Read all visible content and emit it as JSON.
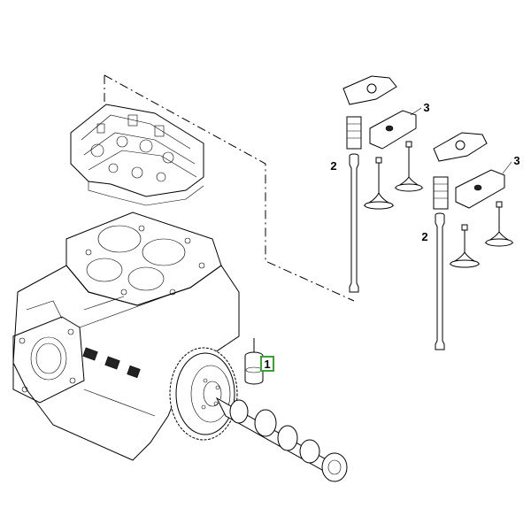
{
  "callouts": {
    "item1": "1",
    "item2_left": "2",
    "item2_right": "2",
    "item3_left": "3",
    "item3_right": "3"
  },
  "colors": {
    "highlight_box": "#3aa335",
    "line": "#000000",
    "background": "#ffffff"
  }
}
